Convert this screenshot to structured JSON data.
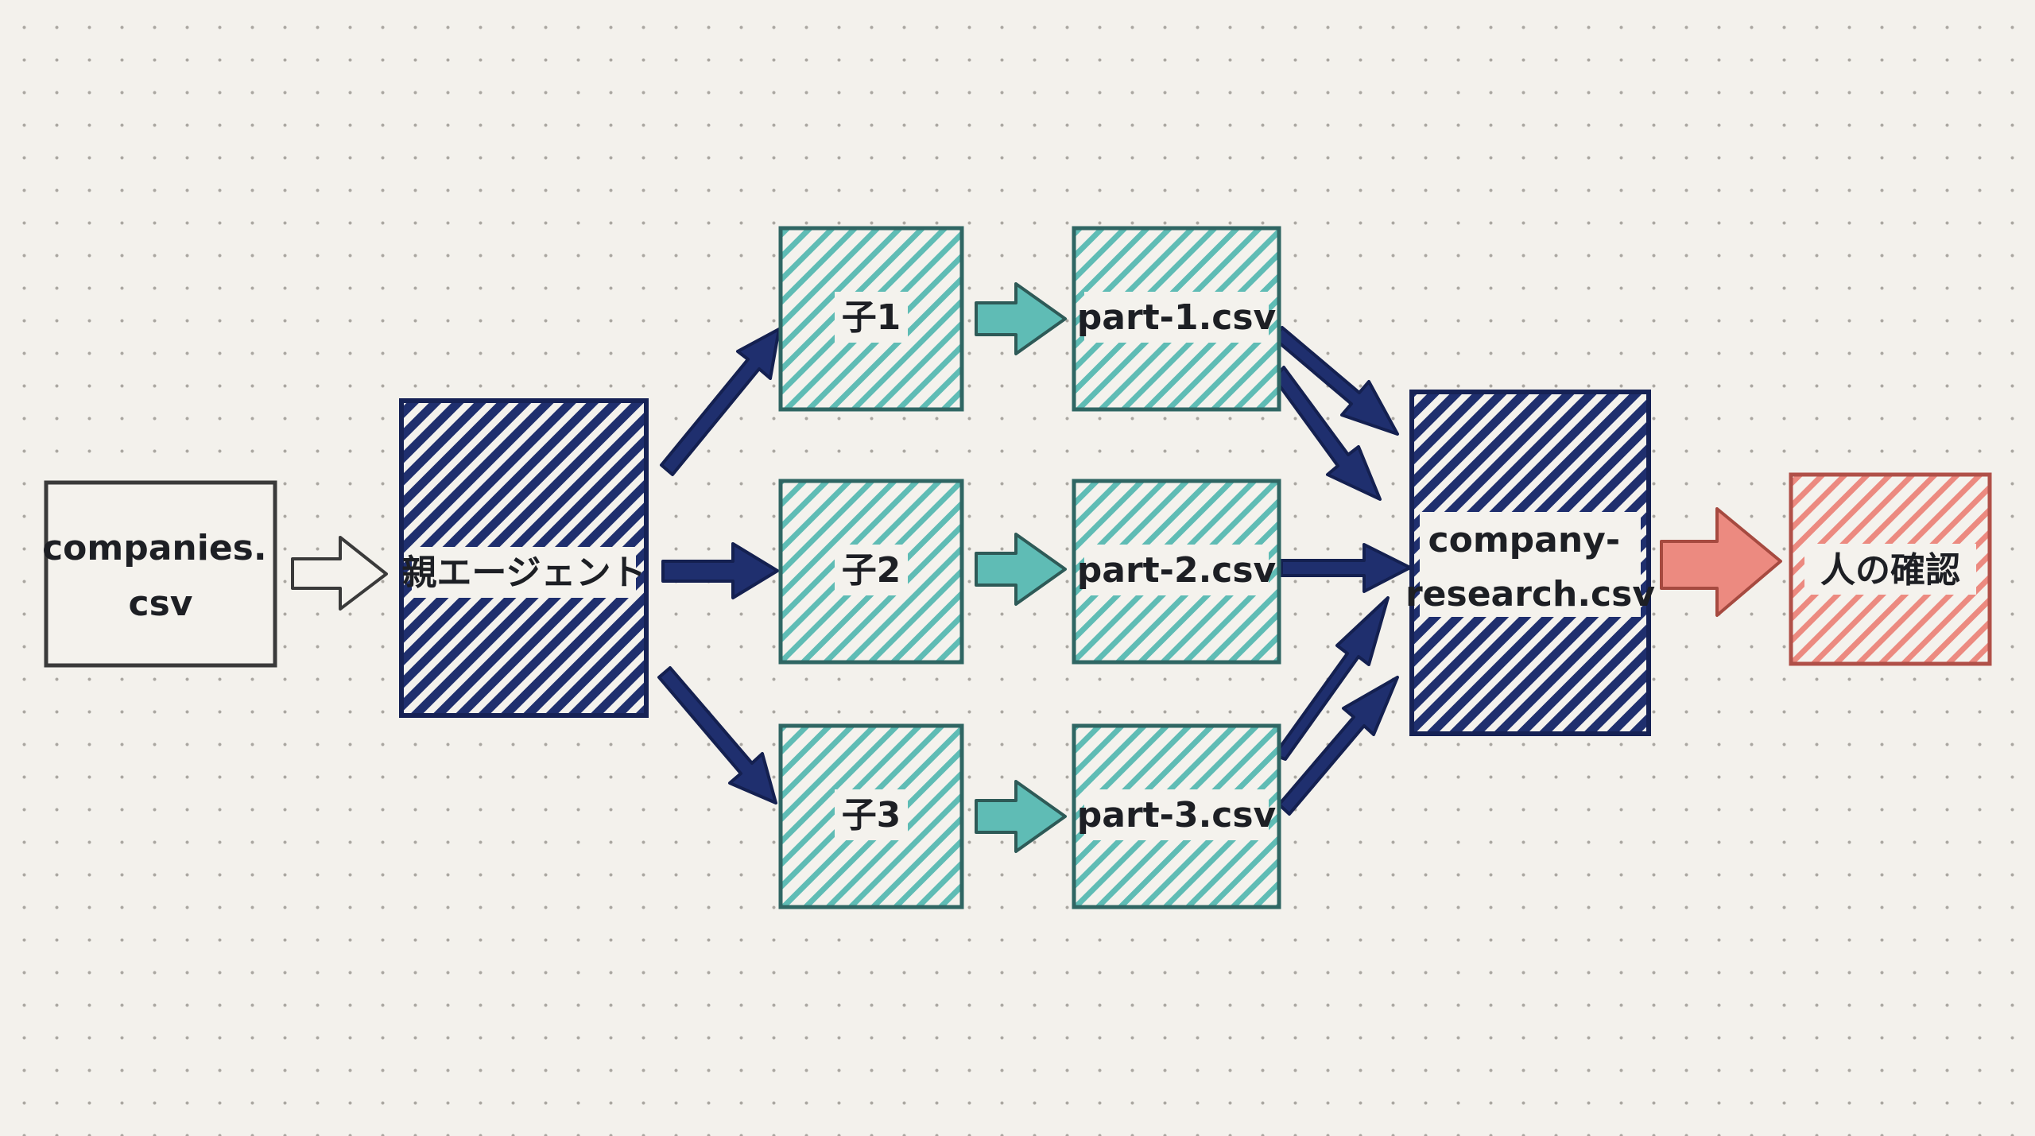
{
  "nodes": {
    "input": {
      "lines": [
        "companies.",
        "csv"
      ]
    },
    "parent": {
      "lines": [
        "親エージェント"
      ]
    },
    "child1": {
      "lines": [
        "子1"
      ]
    },
    "child2": {
      "lines": [
        "子2"
      ]
    },
    "child3": {
      "lines": [
        "子3"
      ]
    },
    "part1": {
      "lines": [
        "part-1.csv"
      ]
    },
    "part2": {
      "lines": [
        "part-2.csv"
      ]
    },
    "part3": {
      "lines": [
        "part-3.csv"
      ]
    },
    "merged": {
      "lines": [
        "company-",
        "research.csv"
      ]
    },
    "review": {
      "lines": [
        "人の確認"
      ]
    }
  },
  "colors": {
    "navy": "#1f2f6e",
    "teal": "#4fb7b0",
    "coral": "#ea7d72",
    "outline": "#3a3a3a",
    "paper": "#f3f1ec"
  }
}
